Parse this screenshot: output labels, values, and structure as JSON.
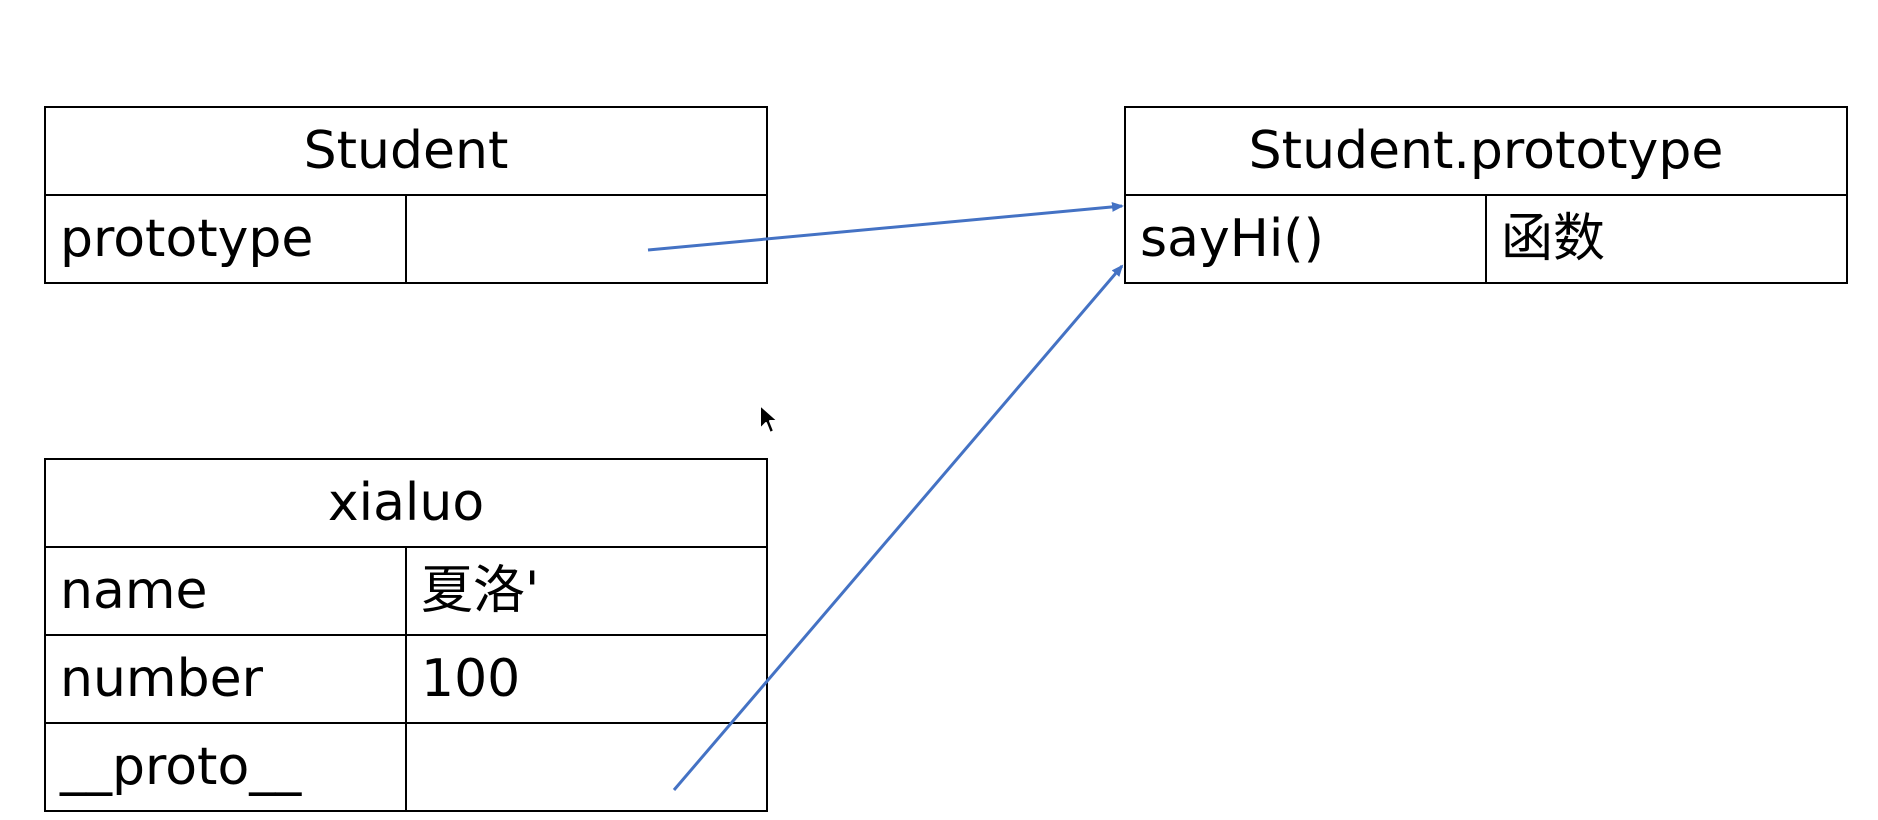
{
  "colors": {
    "border": "#000000",
    "arrow": "#4472C4",
    "background": "#ffffff"
  },
  "student": {
    "title": "Student",
    "rows": [
      {
        "key": "prototype",
        "value": ""
      }
    ]
  },
  "prototype_table": {
    "title": "Student.prototype",
    "rows": [
      {
        "key": "sayHi()",
        "value": "函数"
      }
    ]
  },
  "xialuo": {
    "title": "xialuo",
    "rows": [
      {
        "key": "name",
        "value": "夏洛'"
      },
      {
        "key": "number",
        "value": "100"
      },
      {
        "key": "__proto__",
        "value": ""
      }
    ]
  },
  "arrows": [
    {
      "from": "Student.prototype",
      "to": "Student.prototype"
    },
    {
      "from": "xialuo.__proto__",
      "to": "Student.prototype"
    }
  ],
  "cursor_icon": "mouse-pointer-icon"
}
